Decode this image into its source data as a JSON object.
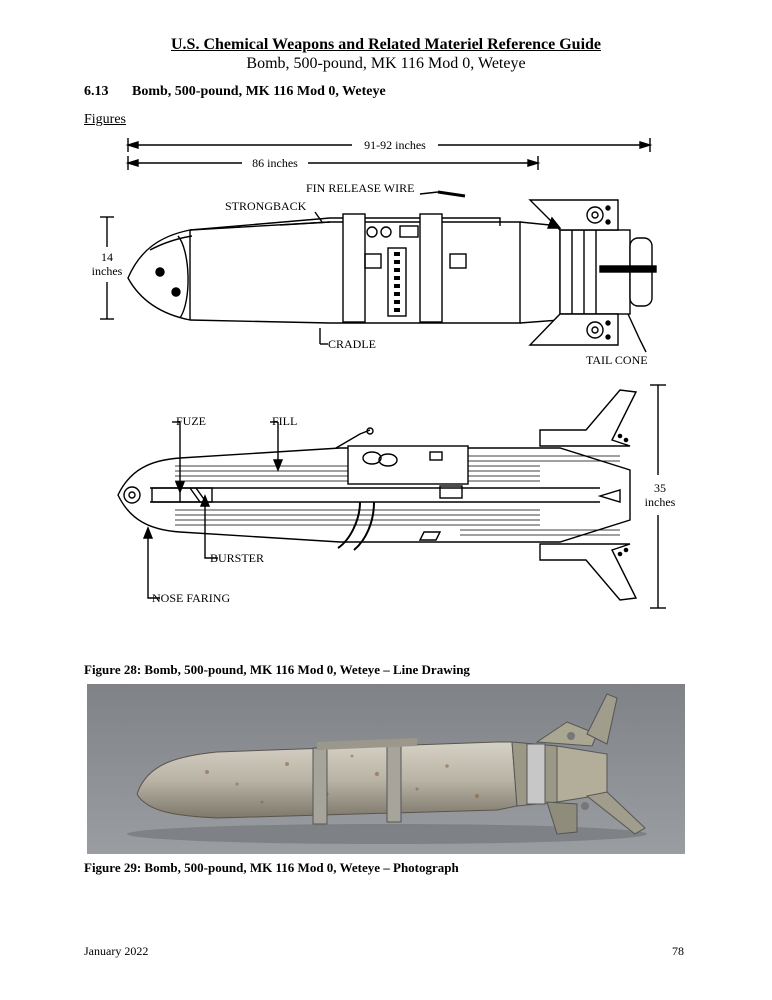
{
  "header": {
    "guide_title": "U.S. Chemical Weapons and Related Materiel Reference Guide",
    "subtitle": "Bomb, 500-pound, MK 116 Mod 0, Weteye"
  },
  "section": {
    "number": "6.13",
    "title": "Bomb, 500-pound, MK 116 Mod 0, Weteye"
  },
  "figures_label": "Figures",
  "drawing": {
    "dim_overall": "91-92 inches",
    "dim_body": "86 inches",
    "dim_diameter": [
      "14",
      "inches"
    ],
    "dim_span": [
      "35",
      "inches"
    ],
    "labels": {
      "fin_release_wire": "FIN RELEASE WIRE",
      "strongback": "STRONGBACK",
      "cradle": "CRADLE",
      "tail_cone": "TAIL CONE",
      "fuze": "FUZE",
      "fill": "FILL",
      "burster": "BURSTER",
      "nose_faring": "NOSE FARING"
    }
  },
  "captions": {
    "fig28": "Figure 28:  Bomb, 500-pound, MK 116 Mod 0, Weteye – Line Drawing",
    "fig29": "Figure 29:  Bomb, 500-pound, MK 116 Mod 0, Weteye – Photograph"
  },
  "footer": {
    "date": "January 2022",
    "page": "78"
  },
  "colors": {
    "photo_background": "#8a8d91",
    "bomb_body": "#bab4a6",
    "rust": "#8a5a3a"
  }
}
